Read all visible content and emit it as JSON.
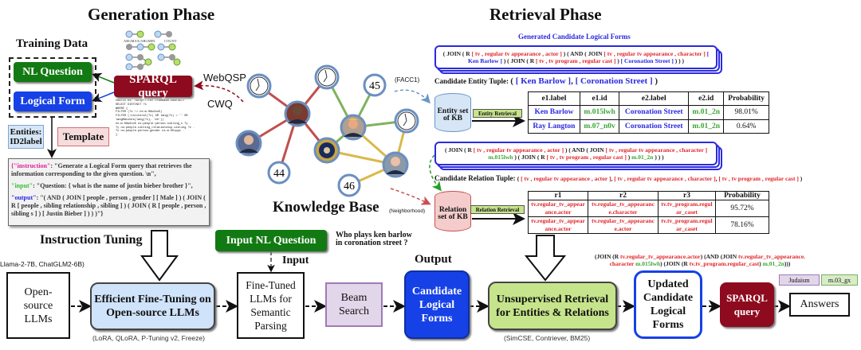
{
  "titles": {
    "generation": "Generation Phase",
    "retrieval": "Retrieval Phase"
  },
  "training": {
    "label": "Training Data",
    "nl_question": "NL Question",
    "logical_form": "Logical Form",
    "sparql": "SPARQL query",
    "entities": "Entities:",
    "id2label": "ID2label",
    "template": "Template",
    "mini_graph_labels": [
      "ARGMAX/ARGMIN",
      "COUNT"
    ],
    "sparql_code": [
      "PREFIX ns: <http://rdf.freebase.com/ns/>",
      "SELECT DISTINCT ?x",
      "WHERE {",
      "FILTER (?x != ns:m.06w2sn5)",
      "FILTER (!isLiteral(?x) OR lang(?x) = '' OR langMatches(lang(?x), 'en'))",
      "ns:m.06w2sn5 ns:people.person.sibling_s ?y .",
      "?y ns:people.sibling_relationship.sibling ?x .",
      "?x ns:people.person.gender ns:m.05zppz .",
      "}"
    ]
  },
  "datasets": {
    "webqsp": "WebQSP",
    "cwq": "CWQ"
  },
  "instruction": {
    "key1": "{\"instruction\"",
    "text1": ": \"Generate a Logical Form query that retrieves the information corresponding to the given question. \\n\",",
    "key2": "\"input\"",
    "text2": ": \"Question: { what is the name of justin bieber brother }\",",
    "key3": "\"output\"",
    "text3": ": \"( AND ( JOIN [ people , person , gender ] [ Male ] ) ( JOIN ( R [ people , sibling relationship , sibling ] ) ( JOIN ( R [ people , person , sibling s ] ) [ Justin Bieber ] ) ) )\"}"
  },
  "kb": {
    "label": "Knowledge Base",
    "nodes": [
      "44",
      "45",
      "46"
    ],
    "facc1": "(FACC1)",
    "neighborhood": "(Neighborhood)"
  },
  "pipeline": {
    "instruction_tuning": "Instruction Tuning",
    "llama": "Llama-2-7B, ChatGLM2-6B)",
    "open_source": "Open-source LLMs",
    "efficient": "Efficient Fine-Tuning on Open-source LLMs",
    "peft": "(LoRA, QLoRA, P-Tuning v2, Freeze)",
    "input_nl": "Input NL Question",
    "question": "Who plays ken barlow in coronation street ?",
    "input": "Input",
    "fine_tuned": "Fine-Tuned LLMs for Semantic Parsing",
    "beam": "Beam Search",
    "output": "Output",
    "candidate": "Candidate Logical Forms",
    "unsupervised": "Unsupervised Retrieval for Entities & Relations",
    "retrievers": "(SimCSE, Contriever, BM25)",
    "updated": "Updated Candidate Logical Forms",
    "sparql": "SPARQL query",
    "answers": "Answers",
    "answer_label": "Judaism",
    "answer_id": "m.03_gx"
  },
  "final_lf": [
    [
      "k",
      "(JOIN (R "
    ],
    [
      "r",
      "tv.regular_tv_appearance.actor"
    ],
    [
      "k",
      ") (AND (JOIN "
    ],
    [
      "r",
      "tv.regular_tv_appearance. character "
    ],
    [
      "g",
      "m.015lwh"
    ],
    [
      "k",
      ") (JOIN (R "
    ],
    [
      "r",
      "tv.tv_program.regular_cast"
    ],
    [
      "k",
      ") "
    ],
    [
      "g",
      "m.01_2n"
    ],
    [
      "k",
      ")))"
    ]
  ],
  "retrieval": {
    "generated_title": "Generated Candidate Logical Forms",
    "lf1": [
      [
        "k",
        "( JOIN ( R "
      ],
      [
        "r",
        "[ tv , regular tv appearance , actor ]"
      ],
      [
        "k",
        " ) ( AND ( JOIN "
      ],
      [
        "r",
        "[ tv , regular tv appearance , character ]"
      ],
      [
        "bl",
        " [ Ken Barlow ]"
      ],
      [
        "k",
        " ) ( JOIN ( R "
      ],
      [
        "r",
        "[ tv , tv program , regular cast ]"
      ],
      [
        "k",
        " ) "
      ],
      [
        "bl",
        "[ Coronation Street ]"
      ],
      [
        "k",
        " ) ) )"
      ]
    ],
    "entity_tuple_label": "Candidate Entity Tuple:",
    "entity_tuple": [
      [
        "k",
        "( "
      ],
      [
        "bl",
        "[ Ken Barlow ]"
      ],
      [
        "k",
        ", "
      ],
      [
        "bl",
        "[ Coronation Street ]"
      ],
      [
        "k",
        " )"
      ]
    ],
    "entity_set": "Entity set of KB",
    "entity_retrieval": "Entity Retrieval",
    "entity_table": {
      "headers": [
        "e1.label",
        "e1.id",
        "e2.label",
        "e2.id",
        "Probability"
      ],
      "rows": [
        [
          "Ken Barlow",
          "m.015lwh",
          "Coronation Street",
          "m.01_2n",
          "98.01%"
        ],
        [
          "Ray Langton",
          "m.07_n0v",
          "Coronation Street",
          "m.01_2n",
          "0.64%"
        ]
      ]
    },
    "lf2": [
      [
        "k",
        "( JOIN ( R "
      ],
      [
        "r",
        "[ tv , regular tv appearance , actor ]"
      ],
      [
        "k",
        " ) ( AND ( JOIN "
      ],
      [
        "r",
        "[ tv , regular tv appearance , character ]"
      ],
      [
        "g",
        " m.015lwh"
      ],
      [
        "k",
        " ) ( JOIN ( R "
      ],
      [
        "r",
        "[ tv , tv program , regular cast ]"
      ],
      [
        "k",
        " ) "
      ],
      [
        "g",
        "m.01_2n"
      ],
      [
        "k",
        " ) ) )"
      ]
    ],
    "relation_tuple_label": "Candidate Relation Tuple:",
    "relation_tuple": [
      [
        "k",
        "( "
      ],
      [
        "r",
        "[ tv , regular tv appearance , actor ]"
      ],
      [
        "k",
        ", "
      ],
      [
        "r",
        "[ tv , regular tv appearance , character ]"
      ],
      [
        "k",
        ", "
      ],
      [
        "r",
        "[ tv , tv program , regular cast ]"
      ],
      [
        "k",
        " )"
      ]
    ],
    "relation_set": "Relation set of KB",
    "relation_retrieval": "Relation Retrieval",
    "relation_table": {
      "headers": [
        "r1",
        "r2",
        "r3",
        "Probability"
      ],
      "rows": [
        [
          "tv.regular_tv_appearance.actor",
          "tv.regular_tv_appearance.character",
          "tv.tv_program.regular_caset",
          "95.72%"
        ],
        [
          "tv.regular_tv_appearance.actor",
          "tv.regular_tv_appearance.actor",
          "tv.tv_program.regular_caset",
          "78.16%"
        ]
      ]
    }
  },
  "colors": {
    "green": "#127a12",
    "blue": "#1641e6",
    "dark_red": "#8e0a1e",
    "light_blue": "#cfe3fa",
    "light_green": "#c6e48b",
    "purple": "#e2d6ea"
  }
}
